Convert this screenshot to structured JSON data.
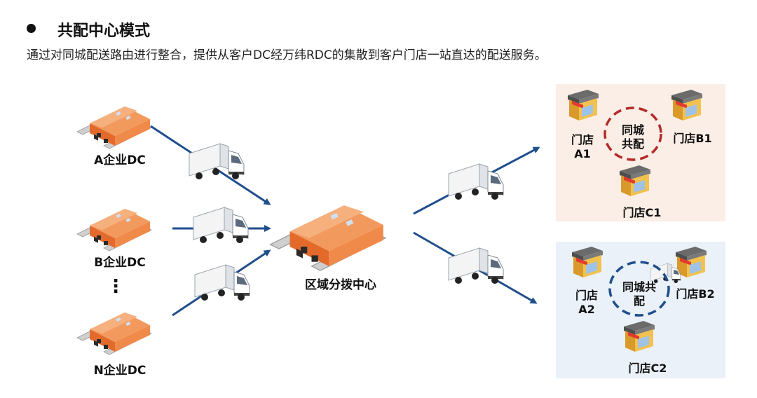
{
  "header": {
    "title": "共配中心模式",
    "description": "通过对同城配送路由进行整合，提供从客户DC经万纬RDC的集散到客户门店一站直达的配送服务。"
  },
  "sources": [
    {
      "label": "A企业DC"
    },
    {
      "label": "B企业DC"
    },
    {
      "label": "N企业DC"
    }
  ],
  "ellipsis": "⋮",
  "hub": {
    "label": "区域分拨中心"
  },
  "cluster_top": {
    "center": "同城共配",
    "stores": [
      "门店A1",
      "门店B1",
      "门店C1"
    ]
  },
  "cluster_bottom": {
    "center": "同城共配",
    "stores": [
      "门店A2",
      "门店B2",
      "门店C2"
    ]
  },
  "colors": {
    "arrow": "#1f4e8c",
    "warehouse_roof": "#f08a4b",
    "warehouse_wall": "#e46a2c",
    "ring_top": "#b52a2a",
    "ring_bottom": "#1f4e8c",
    "panel_top": "#fbeee6",
    "panel_bottom": "#eaf1f8"
  }
}
